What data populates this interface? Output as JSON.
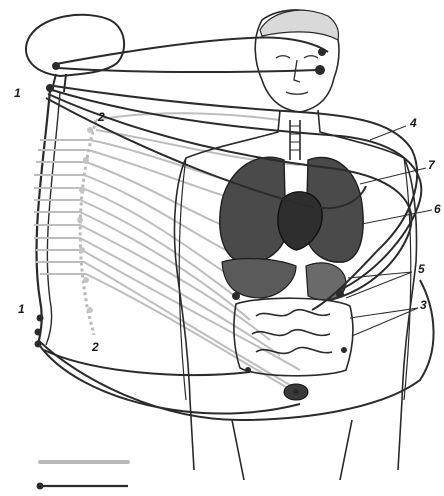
{
  "labels": {
    "l1_top": "1",
    "l1_bottom": "1",
    "l2_top": "2",
    "l2_bottom": "2",
    "l3": "3",
    "l4": "4",
    "l5": "5",
    "l6": "6",
    "l7": "7"
  },
  "legend": {
    "sympathetic_sample": "light-grey-pathway",
    "parasympathetic_sample": "dark-pathway"
  },
  "colors": {
    "ink": "#2a2a2a",
    "dark_path": "#2b2b2b",
    "light_path": "#b9b9b9",
    "organ_dark": "#3c3c3c"
  }
}
